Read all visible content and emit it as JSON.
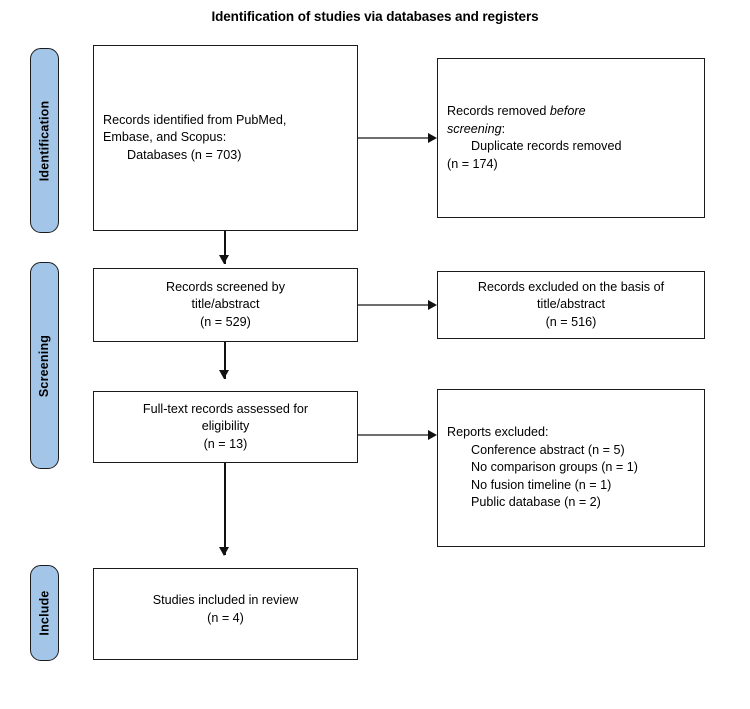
{
  "title": "Identification of studies via databases and registers",
  "colors": {
    "phase_label_fill": "#A3C6E8",
    "box_border": "#1b1b1b",
    "box_fill": "#ffffff",
    "horizontal_connector": "#6e6e6e",
    "vertical_connector": "#111111",
    "text": "#000000"
  },
  "phases": [
    {
      "id": "identification",
      "label": "Identification"
    },
    {
      "id": "screening",
      "label": "Screening"
    },
    {
      "id": "include",
      "label": "Include"
    }
  ],
  "boxes": {
    "records_identified": {
      "align": "left",
      "lines": [
        "Records identified from PubMed,",
        "Embase, and Scopus:",
        "Databases (n = 703)"
      ],
      "line1": "Records identified from PubMed,",
      "line2": "Embase, and Scopus:",
      "line3": "Databases (n = 703)"
    },
    "records_removed": {
      "align": "left",
      "line1_plain": "Records removed ",
      "line1_italic": "before",
      "line2_italic": "screening",
      "line2_plain": ":",
      "line3": "Duplicate records removed",
      "line4": "(n = 174)"
    },
    "records_screened": {
      "align": "center",
      "line1": "Records screened by",
      "line2": "title/abstract",
      "line3": "(n = 529)"
    },
    "records_excluded": {
      "align": "center",
      "line1": "Records excluded on the basis of",
      "line2": "title/abstract",
      "line3": "(n = 516)"
    },
    "fulltext_assessed": {
      "align": "center",
      "line1": "Full-text records assessed for",
      "line2": "eligibility",
      "line3": "(n = 13)"
    },
    "reports_excluded": {
      "align": "left",
      "line1": "Reports excluded:",
      "line2": "Conference abstract (n = 5)",
      "line3": "No comparison groups (n = 1)",
      "line4": "No fusion timeline (n = 1)",
      "line5": "Public database (n = 2)"
    },
    "studies_included": {
      "align": "center",
      "line1": "Studies included in review",
      "line2": "(n = 4)"
    }
  },
  "connectors": [
    {
      "id": "identified-to-removed",
      "type": "horizontal",
      "from": "records_identified",
      "to": "records_removed"
    },
    {
      "id": "identified-to-screened",
      "type": "vertical",
      "from": "records_identified",
      "to": "records_screened"
    },
    {
      "id": "screened-to-excluded",
      "type": "horizontal",
      "from": "records_screened",
      "to": "records_excluded"
    },
    {
      "id": "screened-to-fulltext",
      "type": "vertical",
      "from": "records_screened",
      "to": "fulltext_assessed"
    },
    {
      "id": "fulltext-to-reports-excluded",
      "type": "horizontal",
      "from": "fulltext_assessed",
      "to": "reports_excluded"
    },
    {
      "id": "fulltext-to-included",
      "type": "vertical",
      "from": "fulltext_assessed",
      "to": "studies_included"
    }
  ]
}
